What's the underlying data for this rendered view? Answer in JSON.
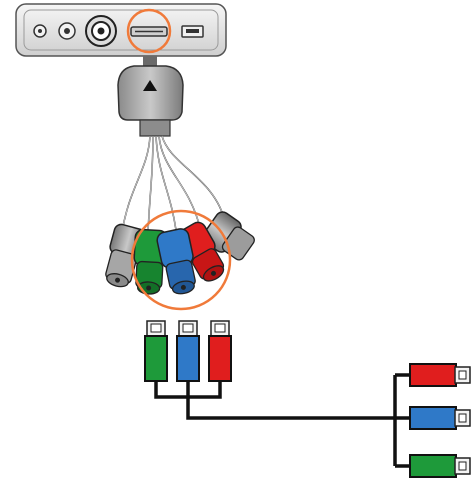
{
  "diagram": {
    "colors": {
      "green": "#1e9a3a",
      "blue": "#2f79c8",
      "red": "#e01e1e",
      "highlight": "#f07a3a",
      "cable": "#111111",
      "device_body": "#e9e9e9"
    },
    "device": {
      "ports": [
        "round-port",
        "round-port",
        "av-out-jack",
        "multi-connector-port",
        "usb-port"
      ],
      "highlighted_port": "multi-connector-port"
    },
    "adapter_plug": {
      "arrow_icon": "up-triangle-icon"
    },
    "cable_jacks": [
      "grey",
      "green",
      "blue",
      "red",
      "grey"
    ],
    "rca_plugs_top": [
      "green",
      "blue",
      "red"
    ],
    "rca_plugs_side": [
      "red",
      "blue",
      "green"
    ]
  }
}
